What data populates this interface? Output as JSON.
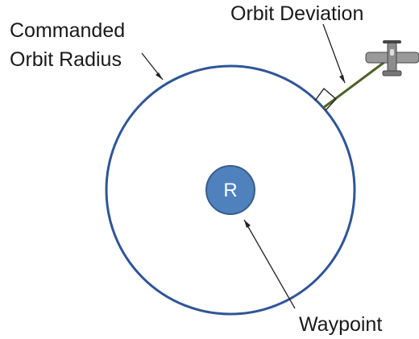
{
  "diagram": {
    "labels": {
      "commanded_line1": "Commanded",
      "commanded_line2": "Orbit Radius",
      "orbit_deviation": "Orbit Deviation",
      "waypoint": "Waypoint",
      "center_letter": "R"
    },
    "colors": {
      "orbit_circle": "#2f5597",
      "waypoint_fill": "#4f81bd",
      "waypoint_stroke": "#385d8a",
      "deviation_line": "#4f6228",
      "text": "#1a1a1a",
      "aircraft_body": "#8c8c8c"
    },
    "icons": {
      "aircraft": "airplane-icon",
      "right_angle": "right-angle-marker"
    }
  }
}
